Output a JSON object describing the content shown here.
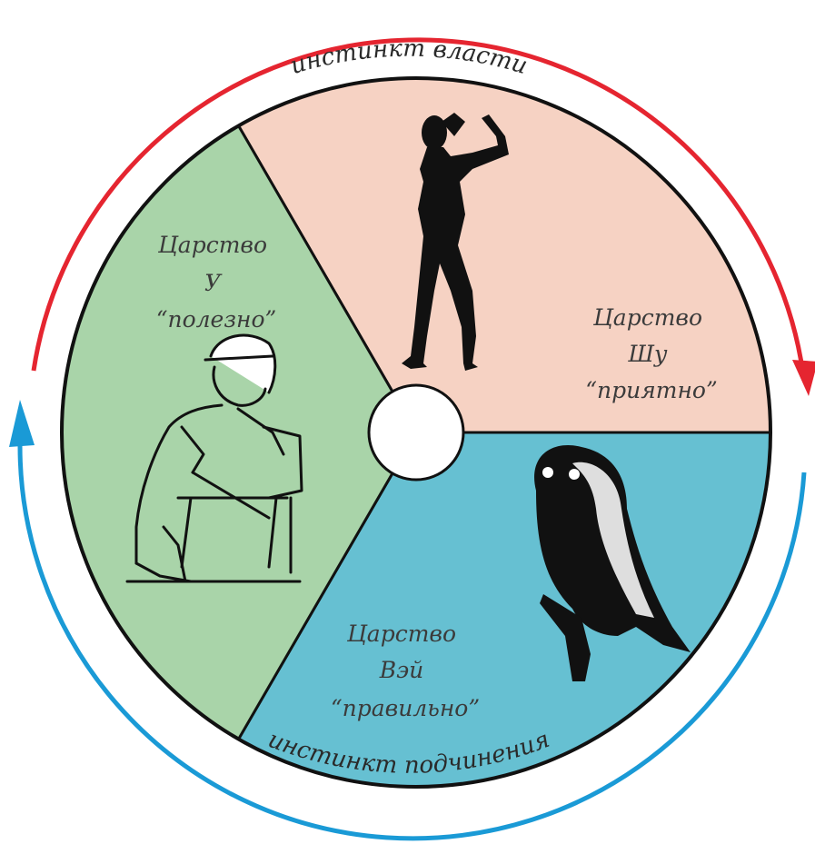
{
  "diagram": {
    "top_arc_label": "инстинкт власти",
    "bottom_arc_label": "инстинкт подчинения",
    "sectors": [
      {
        "id": "shu",
        "title": "Царство",
        "name": "Шу",
        "quality": "“приятно”",
        "color": "#f6d2c3",
        "figure": "woman-silhouette-icon"
      },
      {
        "id": "vei",
        "title": "Царство",
        "name": "Вэй",
        "quality": "“правильно”",
        "color": "#66c0d2",
        "figure": "owl-icon"
      },
      {
        "id": "u",
        "title": "Царство",
        "name": "У",
        "quality": "“полезно”",
        "color": "#a9d4a9",
        "figure": "worker-sawing-icon"
      }
    ],
    "colors": {
      "top_arc": "#e52530",
      "bottom_arc": "#1a9ad6",
      "outline": "#111111"
    }
  }
}
